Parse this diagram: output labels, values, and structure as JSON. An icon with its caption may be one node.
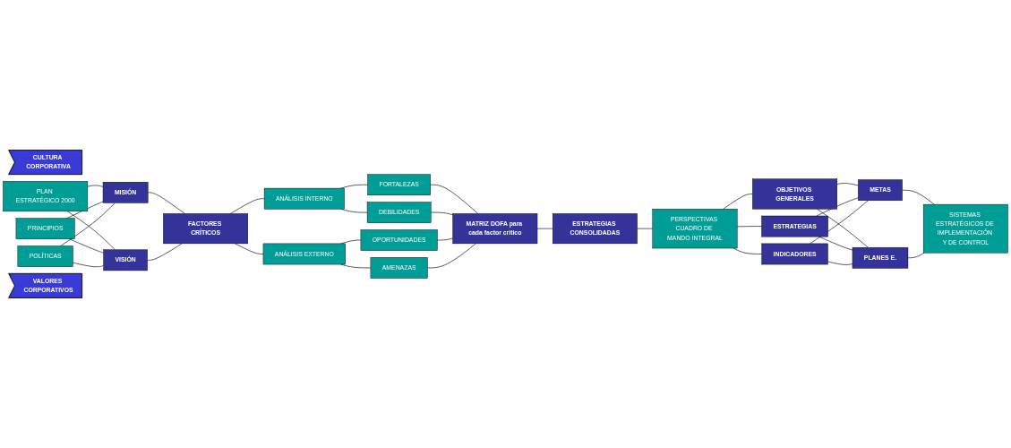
{
  "diagram": {
    "nodes": [
      {
        "text": [
          "CULTURA CORPORATIVA"
        ]
      },
      {
        "text": [
          "PLAN ESTRATÉGICO 2000"
        ]
      },
      {
        "text": [
          "PRINCIPIOS"
        ]
      },
      {
        "text": [
          "POLÍTICAS"
        ]
      },
      {
        "text": [
          "VALORES CORPORATIVOS"
        ]
      },
      {
        "text": [
          "MISIÓN"
        ]
      },
      {
        "text": [
          "VISIÓN"
        ]
      },
      {
        "text": [
          "FACTORES CRÍTICOS"
        ]
      },
      {
        "text": [
          "ANÁLISIS INTERNO"
        ]
      },
      {
        "text": [
          "ANÁLISIS EXTERNO"
        ]
      },
      {
        "text": [
          "FORTALEZAS"
        ]
      },
      {
        "text": [
          "DEBILIDADES"
        ]
      },
      {
        "text": [
          "OPORTUNIDADES"
        ]
      },
      {
        "text": [
          "AMENAZAS"
        ]
      },
      {
        "text": [
          "MATRIZ DOFA para cada factor critico"
        ]
      },
      {
        "text": [
          "ESTRATEGIAS CONSOLIDADAS"
        ]
      },
      {
        "text": [
          "PERSPECTIVAS CUADRO DE MANDO INTEGRAL"
        ]
      },
      {
        "text": [
          "OBJETIVOS GENERALES"
        ]
      },
      {
        "text": [
          "ESTRATEGIAS"
        ]
      },
      {
        "text": [
          "INDICADORES"
        ]
      },
      {
        "text": [
          "METAS"
        ]
      },
      {
        "text": [
          "PLANES E."
        ]
      },
      {
        "text": [
          "SISTEMAS ESTRATÉGICOS DE IMPLEMENTACIÓN Y DE CONTROL"
        ]
      }
    ],
    "edges": [
      {
        "from": 1,
        "to": 5,
        "arrow": "none"
      },
      {
        "from": 1,
        "to": 6,
        "arrow": "none"
      },
      {
        "from": 2,
        "to": 5,
        "arrow": "none"
      },
      {
        "from": 2,
        "to": 6,
        "arrow": "none"
      },
      {
        "from": 3,
        "to": 5,
        "arrow": "none"
      },
      {
        "from": 3,
        "to": 6,
        "arrow": "none"
      },
      {
        "from": 5,
        "to": 7,
        "arrow": "none"
      },
      {
        "from": 6,
        "to": 7,
        "arrow": "none"
      },
      {
        "from": 7,
        "to": 8,
        "arrow": "none"
      },
      {
        "from": 7,
        "to": 9,
        "arrow": "none"
      },
      {
        "from": 8,
        "to": 10,
        "arrow": "none"
      },
      {
        "from": 8,
        "to": 11,
        "arrow": "none"
      },
      {
        "from": 9,
        "to": 12,
        "arrow": "none"
      },
      {
        "from": 9,
        "to": 13,
        "arrow": "none"
      },
      {
        "from": 10,
        "to": 14,
        "arrow": "none"
      },
      {
        "from": 11,
        "to": 14,
        "arrow": "none"
      },
      {
        "from": 12,
        "to": 14,
        "arrow": "none"
      },
      {
        "from": 13,
        "to": 14,
        "arrow": "none"
      },
      {
        "from": 14,
        "to": 15,
        "arrow": "none"
      },
      {
        "from": 15,
        "to": 16,
        "arrow": "none"
      },
      {
        "from": 16,
        "to": 17,
        "arrow": "none"
      },
      {
        "from": 16,
        "to": 18,
        "arrow": "none"
      },
      {
        "from": 16,
        "to": 19,
        "arrow": "none"
      },
      {
        "from": 17,
        "to": 20,
        "arrow": "none"
      },
      {
        "from": 17,
        "to": 21,
        "arrow": "none"
      },
      {
        "from": 18,
        "to": 20,
        "arrow": "none"
      },
      {
        "from": 18,
        "to": 21,
        "arrow": "none"
      },
      {
        "from": 19,
        "to": 20,
        "arrow": "none"
      },
      {
        "from": 19,
        "to": 21,
        "arrow": "none"
      },
      {
        "from": 20,
        "to": 22,
        "arrow": "none"
      },
      {
        "from": 21,
        "to": 22,
        "arrow": "none"
      }
    ]
  }
}
